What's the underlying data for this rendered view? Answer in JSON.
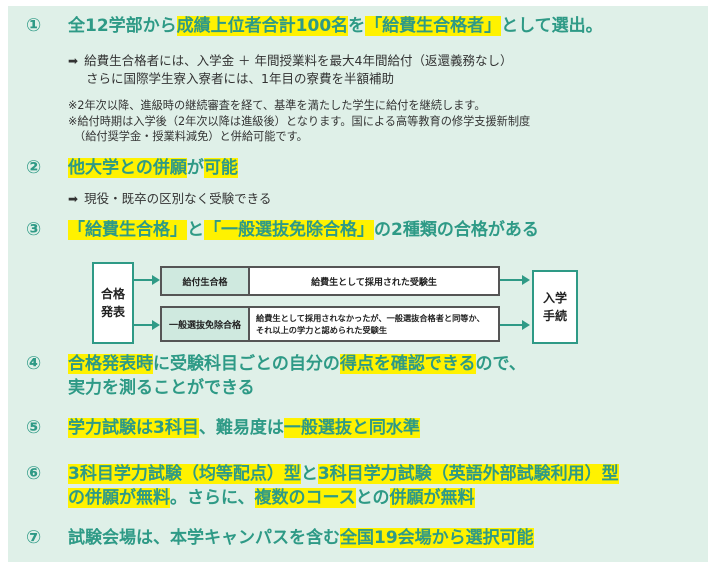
{
  "items": [
    {
      "num": "①",
      "head": [
        {
          "t": "全12学部から",
          "hl": false
        },
        {
          "t": "成績上位者合計100名",
          "hl": true
        },
        {
          "t": "を",
          "hl": false
        },
        {
          "t": "「給費生合格者」",
          "hl": true
        },
        {
          "t": "として選出。",
          "hl": false
        }
      ],
      "lines": [
        "給費生合格者には、入学金 ＋ 年間授業料を最大4年間給付（返還義務なし）",
        "さらに国際学生寮入寮者には、1年目の寮費を半額補助"
      ],
      "notes": [
        "※2年次以降、進級時の継続審査を経て、基準を満たした学生に給付を継続します。",
        "※給付時期は入学後（2年次以降は進級後）となります。国による高等教育の修学支援新制度",
        "（給付奨学金・授業料減免）と併給可能です。"
      ]
    },
    {
      "num": "②",
      "head": [
        {
          "t": "他大学との併願",
          "hl": true
        },
        {
          "t": "が",
          "hl": false
        },
        {
          "t": "可能",
          "hl": true
        }
      ],
      "lines": [
        "現役・既卒の区別なく受験できる"
      ]
    },
    {
      "num": "③",
      "head": [
        {
          "t": "「給費生合格」",
          "hl": true
        },
        {
          "t": "と",
          "hl": false
        },
        {
          "t": "「一般選抜免除合格」",
          "hl": true
        },
        {
          "t": "の2種類の合格がある",
          "hl": false
        }
      ]
    },
    {
      "num": "④",
      "head": [
        {
          "t": "合格発表時",
          "hl": true
        },
        {
          "t": "に受験科目ごとの自分の",
          "hl": false
        },
        {
          "t": "得点を確認できる",
          "hl": true
        },
        {
          "t": "ので、",
          "hl": false
        }
      ],
      "head2": "実力を測ることができる"
    },
    {
      "num": "⑤",
      "head": [
        {
          "t": "学力試験は3科目",
          "hl": true
        },
        {
          "t": "、難易度は",
          "hl": false
        },
        {
          "t": "一般選抜と同水準",
          "hl": true
        }
      ]
    },
    {
      "num": "⑥",
      "head": [
        {
          "t": "3科目学力試験（均等配点）型",
          "hl": true
        },
        {
          "t": "と",
          "hl": false
        },
        {
          "t": "3科目学力試験（英語外部試験利用）型",
          "hl": true
        }
      ],
      "head2parts": [
        {
          "t": "の併願が無料",
          "hl": true
        },
        {
          "t": "。さらに、",
          "hl": false
        },
        {
          "t": "複数のコース",
          "hl": true
        },
        {
          "t": "との",
          "hl": false
        },
        {
          "t": "併願が無料",
          "hl": true
        }
      ]
    },
    {
      "num": "⑦",
      "head": [
        {
          "t": "試験会場は、本学キャンパスを含む",
          "hl": false
        },
        {
          "t": "全国19会場から選択可能",
          "hl": true
        }
      ]
    }
  ],
  "diagram": {
    "left": "合格\n発表",
    "right": "入学\n手続",
    "rows": [
      {
        "label": "給付生合格",
        "desc": "給費生として採用された受験生"
      },
      {
        "label": "一般選抜免除合格",
        "desc": "給費生として採用されなかったが、一般選抜合格者と同等か、\nそれ以上の学力と認められた受験生"
      }
    ]
  },
  "colors": {
    "accent": "#2e9a86",
    "highlight": "#fff200",
    "panel": "#dff0e8"
  }
}
